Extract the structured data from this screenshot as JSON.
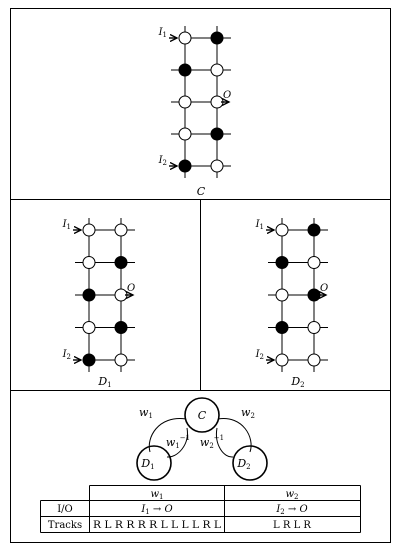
{
  "panels": {
    "C": {
      "caption": "C",
      "input_labels": [
        "I1",
        "I2"
      ],
      "output_label": "O",
      "rows": [
        [
          "white",
          "black"
        ],
        [
          "black",
          "white"
        ],
        [
          "white",
          "white"
        ],
        [
          "white",
          "black"
        ],
        [
          "black",
          "white"
        ]
      ],
      "input_rows": [
        0,
        4
      ],
      "output_row": 2
    },
    "D1": {
      "caption": "D1",
      "input_labels": [
        "I1",
        "I2"
      ],
      "output_label": "O",
      "rows": [
        [
          "white",
          "white"
        ],
        [
          "white",
          "black"
        ],
        [
          "black",
          "white"
        ],
        [
          "white",
          "black"
        ],
        [
          "black",
          "white"
        ]
      ],
      "input_rows": [
        0,
        4
      ],
      "output_row": 2
    },
    "D2": {
      "caption": "D2",
      "input_labels": [
        "I1",
        "I2"
      ],
      "output_label": "O",
      "rows": [
        [
          "white",
          "black"
        ],
        [
          "black",
          "white"
        ],
        [
          "white",
          "black"
        ],
        [
          "black",
          "white"
        ],
        [
          "white",
          "white"
        ]
      ],
      "input_rows": [
        0,
        4
      ],
      "output_row": 2
    }
  },
  "graph": {
    "nodes": [
      "C",
      "D1",
      "D2"
    ],
    "edges": [
      {
        "from": "C",
        "to": "D1",
        "label_outer": "w1",
        "label_inner": "w1−1"
      },
      {
        "from": "C",
        "to": "D2",
        "label_outer": "w2",
        "label_inner": "w2−1"
      }
    ]
  },
  "table": {
    "headers": [
      "",
      "w1",
      "w2"
    ],
    "rows": [
      {
        "label": "I/O",
        "w1": "I1 → O",
        "w2": "I2 → O"
      },
      {
        "label": "Tracks",
        "w1": "R L R R R R L L L L R L",
        "w2": "L R L R"
      }
    ]
  }
}
